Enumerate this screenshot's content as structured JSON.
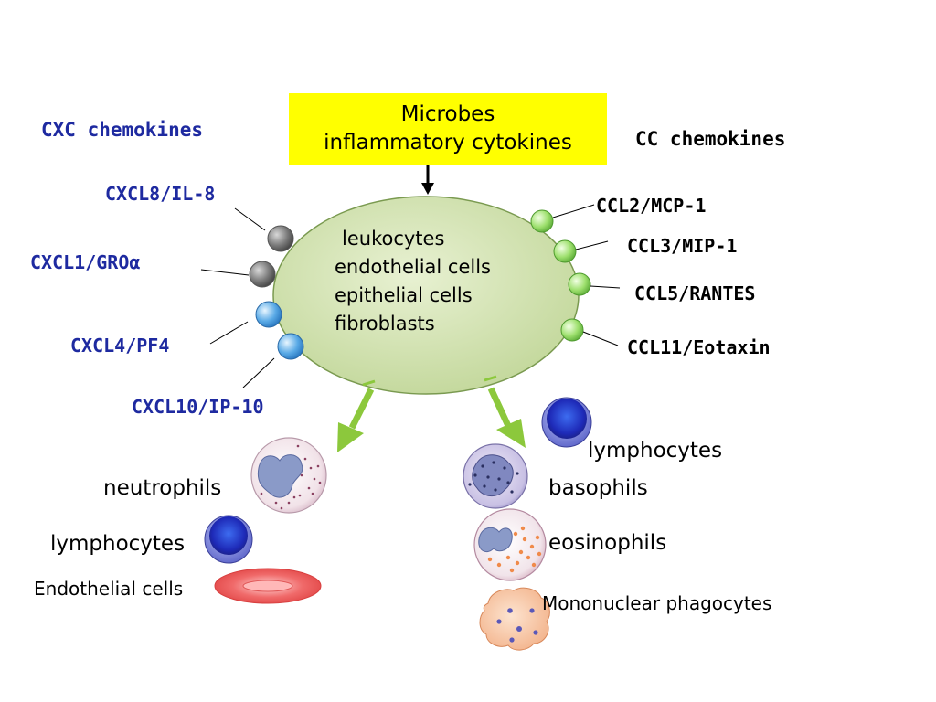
{
  "trigger": {
    "line1": "Microbes",
    "line2": "inflammatory cytokines"
  },
  "cxc": {
    "title": "CXC chemokines",
    "items": [
      "CXCL8/IL-8",
      "CXCL1/GROα",
      "CXCL4/PF4",
      "CXCL10/IP-10"
    ]
  },
  "cc": {
    "title": "CC chemokines",
    "items": [
      "CCL2/MCP-1",
      "CCL3/MIP-1",
      "CCL5/RANTES",
      "CCL11/Eotaxin"
    ]
  },
  "producers": [
    "leukocytes",
    "endothelial cells",
    "epithelial cells",
    "fibroblasts"
  ],
  "cxc_targets": [
    "neutrophils",
    "lymphocytes",
    "Endothelial cells"
  ],
  "cc_targets": [
    "lymphocytes",
    "basophils",
    "eosinophils",
    "Mononuclear phagocytes"
  ],
  "colors": {
    "highlight": "#ffff00",
    "cxc_text": "#1e2aa0",
    "cell_body": "#d2e2ae",
    "arrow_green": "#8cc83c",
    "cxc_grey_receptor": "#777777",
    "cxc_blue_receptor": "#5aaae6",
    "cc_receptor": "#9ee06e"
  }
}
